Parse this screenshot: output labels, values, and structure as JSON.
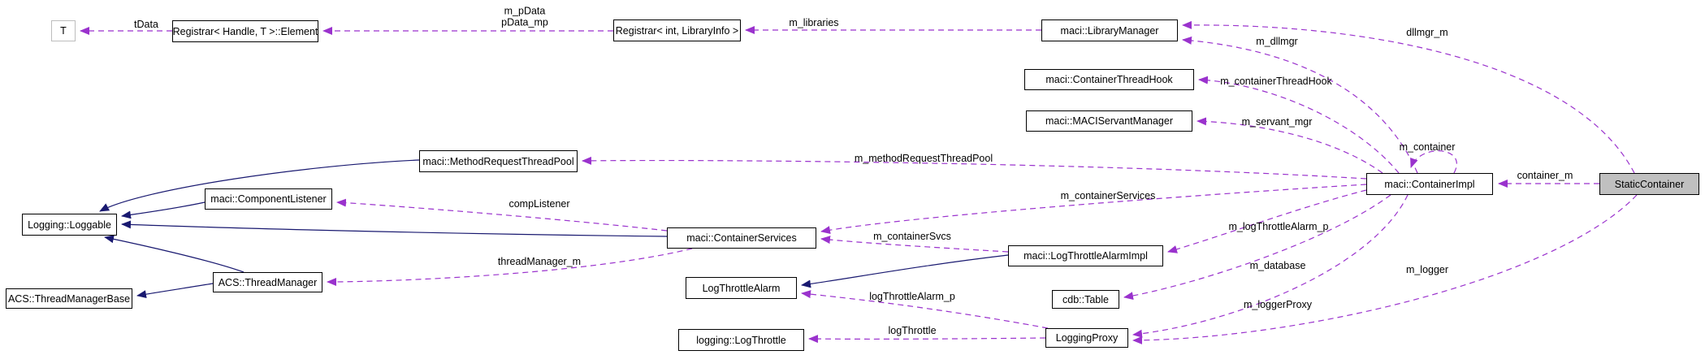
{
  "diagram": {
    "kind": "doxygen-collaboration-graph",
    "current_class": "StaticContainer",
    "colors": {
      "member_edge": "#9a32cd",
      "inheritance_edge": "#191970",
      "node_background": "#ffffff",
      "node_border": "#000000",
      "current_node_background": "#c0c0c0",
      "template_param_border": "#bdbdbd"
    },
    "nodes": [
      {
        "id": "t_param",
        "label": "T",
        "kind": "template-param"
      },
      {
        "id": "reg_element",
        "label": "Registrar< Handle, T >::Element",
        "kind": "class"
      },
      {
        "id": "reg_int",
        "label": "Registrar< int, LibraryInfo >",
        "kind": "class"
      },
      {
        "id": "library_manager",
        "label": "maci::LibraryManager",
        "kind": "class"
      },
      {
        "id": "container_thread_hook",
        "label": "maci::ContainerThreadHook",
        "kind": "class"
      },
      {
        "id": "maci_servant_manager",
        "label": "maci::MACIServantManager",
        "kind": "class"
      },
      {
        "id": "method_request_thread_pool",
        "label": "maci::MethodRequestThreadPool",
        "kind": "class"
      },
      {
        "id": "component_listener",
        "label": "maci::ComponentListener",
        "kind": "class"
      },
      {
        "id": "loggable",
        "label": "Logging::Loggable",
        "kind": "class"
      },
      {
        "id": "container_services",
        "label": "maci::ContainerServices",
        "kind": "class"
      },
      {
        "id": "thread_manager",
        "label": "ACS::ThreadManager",
        "kind": "class"
      },
      {
        "id": "thread_manager_base",
        "label": "ACS::ThreadManagerBase",
        "kind": "class"
      },
      {
        "id": "log_throttle_alarm",
        "label": "LogThrottleAlarm",
        "kind": "class"
      },
      {
        "id": "logging_log_throttle",
        "label": "logging::LogThrottle",
        "kind": "class"
      },
      {
        "id": "log_throttle_alarm_impl",
        "label": "maci::LogThrottleAlarmImpl",
        "kind": "class"
      },
      {
        "id": "cdb_table",
        "label": "cdb::Table",
        "kind": "class"
      },
      {
        "id": "logging_proxy",
        "label": "LoggingProxy",
        "kind": "class"
      },
      {
        "id": "container_impl",
        "label": "maci::ContainerImpl",
        "kind": "class"
      },
      {
        "id": "static_container",
        "label": "StaticContainer",
        "kind": "current"
      }
    ],
    "edges": [
      {
        "id": "tdata",
        "source": "reg_element",
        "target": "t_param",
        "label": "tData",
        "relation": "member"
      },
      {
        "id": "m-pdata",
        "source": "reg_int",
        "target": "reg_element",
        "label": "m_pData\npData_mp",
        "relation": "member"
      },
      {
        "id": "m-libraries",
        "source": "library_manager",
        "target": "reg_int",
        "label": "m_libraries",
        "relation": "member"
      },
      {
        "id": "m-dllmgr",
        "source": "container_impl",
        "target": "library_manager",
        "label": "m_dllmgr",
        "relation": "member"
      },
      {
        "id": "dllmgr-m",
        "source": "static_container",
        "target": "library_manager",
        "label": "dllmgr_m",
        "relation": "member"
      },
      {
        "id": "m-container-thread-hook",
        "source": "container_impl",
        "target": "container_thread_hook",
        "label": "m_containerThreadHook",
        "relation": "member"
      },
      {
        "id": "m-servant-mgr",
        "source": "container_impl",
        "target": "maci_servant_manager",
        "label": "m_servant_mgr",
        "relation": "member"
      },
      {
        "id": "m-method-request-thread-pool",
        "source": "container_impl",
        "target": "method_request_thread_pool",
        "label": "m_methodRequestThreadPool",
        "relation": "member"
      },
      {
        "id": "m-container",
        "source": "container_impl",
        "target": "container_impl",
        "label": "m_container",
        "relation": "member"
      },
      {
        "id": "container-m",
        "source": "static_container",
        "target": "container_impl",
        "label": "container_m",
        "relation": "member"
      },
      {
        "id": "m-container-services",
        "source": "container_impl",
        "target": "container_services",
        "label": "m_containerServices",
        "relation": "member"
      },
      {
        "id": "comp-listener",
        "source": "container_services",
        "target": "component_listener",
        "label": "compListener",
        "relation": "member"
      },
      {
        "id": "m-container-svcs",
        "source": "log_throttle_alarm_impl",
        "target": "container_services",
        "label": "m_containerSvcs",
        "relation": "member"
      },
      {
        "id": "thread-manager-m",
        "source": "container_services",
        "target": "thread_manager",
        "label": "threadManager_m",
        "relation": "member"
      },
      {
        "id": "m-log-throttle-alarm-p",
        "source": "container_impl",
        "target": "log_throttle_alarm_impl",
        "label": "m_logThrottleAlarm_p",
        "relation": "member"
      },
      {
        "id": "m-database",
        "source": "container_impl",
        "target": "cdb_table",
        "label": "m_database",
        "relation": "member"
      },
      {
        "id": "m-logger-proxy",
        "source": "container_impl",
        "target": "logging_proxy",
        "label": "m_loggerProxy",
        "relation": "member"
      },
      {
        "id": "m-logger",
        "source": "static_container",
        "target": "logging_proxy",
        "label": "m_logger",
        "relation": "member"
      },
      {
        "id": "log-throttle-alarm-p",
        "source": "logging_proxy",
        "target": "log_throttle_alarm",
        "label": "logThrottleAlarm_p",
        "relation": "member"
      },
      {
        "id": "log-throttle",
        "source": "logging_proxy",
        "target": "logging_log_throttle",
        "label": "logThrottle",
        "relation": "member"
      },
      {
        "id": "inherit-mrtp-loggable",
        "source": "method_request_thread_pool",
        "target": "loggable",
        "label": "",
        "relation": "inheritance"
      },
      {
        "id": "inherit-cl-loggable",
        "source": "component_listener",
        "target": "loggable",
        "label": "",
        "relation": "inheritance"
      },
      {
        "id": "inherit-cs-loggable",
        "source": "container_services",
        "target": "loggable",
        "label": "",
        "relation": "inheritance"
      },
      {
        "id": "inherit-tm-loggable",
        "source": "thread_manager",
        "target": "loggable",
        "label": "",
        "relation": "inheritance"
      },
      {
        "id": "inherit-tm-tmbase",
        "source": "thread_manager",
        "target": "thread_manager_base",
        "label": "",
        "relation": "inheritance"
      },
      {
        "id": "inherit-ltai-lta",
        "source": "log_throttle_alarm_impl",
        "target": "log_throttle_alarm",
        "label": "",
        "relation": "inheritance"
      }
    ]
  }
}
